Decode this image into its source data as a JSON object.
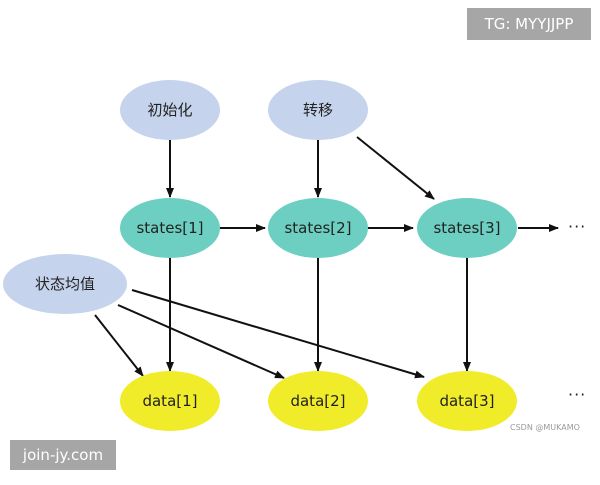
{
  "nodes": {
    "init": {
      "label": "初始化",
      "color": "#c5d3ec"
    },
    "transition": {
      "label": "转移",
      "color": "#c5d3ec"
    },
    "state_mean": {
      "label": "状态均值",
      "color": "#c5d3ec"
    },
    "states": [
      {
        "label": "states[1]",
        "color": "#6ccfc2"
      },
      {
        "label": "states[2]",
        "color": "#6ccfc2"
      },
      {
        "label": "states[3]",
        "color": "#6ccfc2"
      }
    ],
    "data": [
      {
        "label": "data[1]",
        "color": "#f0ec2a"
      },
      {
        "label": "data[2]",
        "color": "#f0ec2a"
      },
      {
        "label": "data[3]",
        "color": "#f0ec2a"
      }
    ],
    "continuation": "···"
  },
  "watermarks": {
    "top_right": "TG: MYYJJPP",
    "bottom_left": "join-jy.com",
    "csdn": "CSDN @MUKAMO"
  },
  "colors": {
    "arrow": "#111111"
  }
}
